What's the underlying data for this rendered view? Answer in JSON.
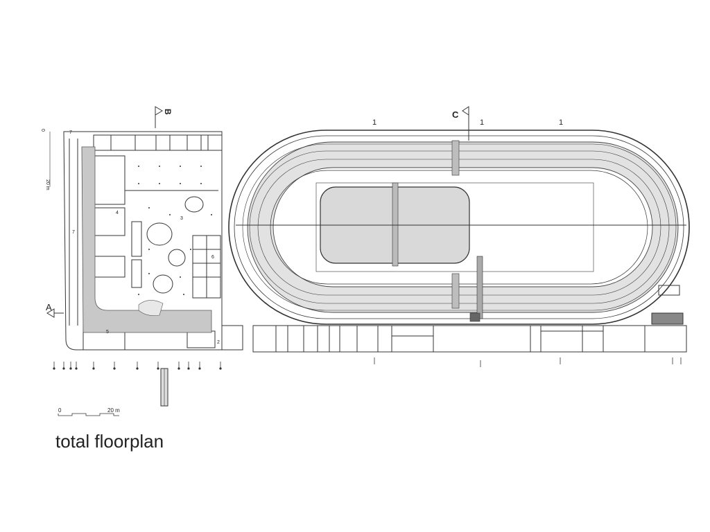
{
  "title": "total floorplan",
  "section_markers": {
    "a": "A",
    "b": "B",
    "c": "C"
  },
  "track_labels": [
    "1",
    "1",
    "1"
  ],
  "room_numbers": {
    "r2": "2",
    "r3": "3",
    "r4": "4",
    "r5": "5",
    "r6": "6",
    "r7a": "7",
    "r7b": "7"
  },
  "scale_bar": {
    "start": "0",
    "end": "20 m"
  },
  "vertical_scale": {
    "start": "0",
    "end": "20 m"
  },
  "colors": {
    "line": "#333333",
    "fill_grey": "#c8c8c8",
    "fill_light": "#e4e4e4",
    "background": "#ffffff"
  }
}
